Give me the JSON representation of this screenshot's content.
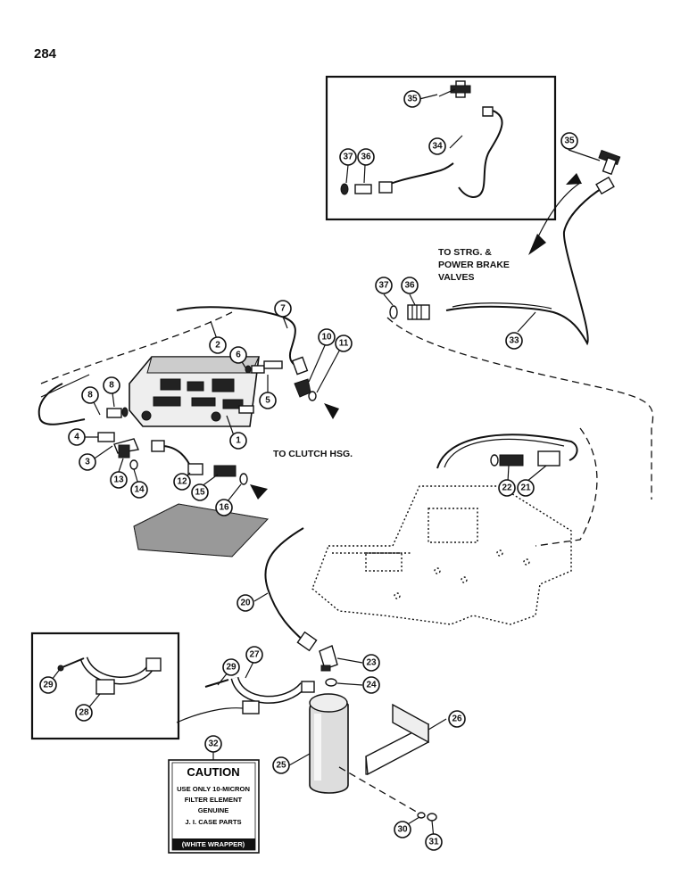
{
  "page_number": "284",
  "labels": {
    "to_strg_line1": "TO STRG. &",
    "to_strg_line2": "POWER BRAKE",
    "to_strg_line3": "VALVES",
    "to_clutch": "TO CLUTCH HSG."
  },
  "caution_decal": {
    "title": "CAUTION",
    "line1": "USE ONLY 10-MICRON",
    "line2": "FILTER ELEMENT",
    "line3": "GENUINE",
    "line4": "J. I. CASE PARTS",
    "footer": "(WHITE WRAPPER)"
  },
  "callouts": {
    "c1": "1",
    "c2": "2",
    "c3": "3",
    "c4": "4",
    "c5": "5",
    "c6": "6",
    "c7": "7",
    "c8a": "8",
    "c8b": "8",
    "c10": "10",
    "c11": "11",
    "c12": "12",
    "c13": "13",
    "c14": "14",
    "c15": "15",
    "c16": "16",
    "c20": "20",
    "c21": "21",
    "c22": "22",
    "c23": "23",
    "c24": "24",
    "c25": "25",
    "c26": "26",
    "c27": "27",
    "c28": "28",
    "c29a": "29",
    "c29b": "29",
    "c30": "30",
    "c31": "31",
    "c32": "32",
    "c33": "33",
    "c34": "34",
    "c35a": "35",
    "c35b": "35",
    "c36a": "36",
    "c36b": "36",
    "c37a": "37",
    "c37b": "37"
  },
  "colors": {
    "ink": "#111111",
    "paper": "#ffffff"
  }
}
